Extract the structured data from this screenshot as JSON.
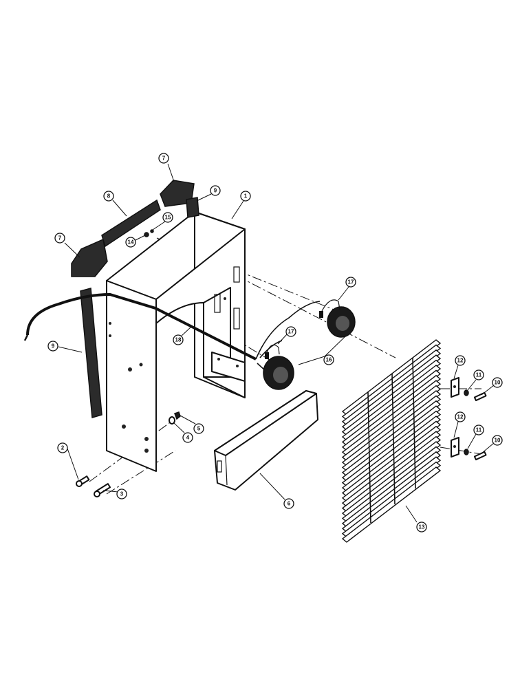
{
  "callouts": {
    "c1": "1",
    "c2": "2",
    "c3": "3",
    "c4": "4",
    "c5": "5",
    "c6": "6",
    "c7a": "7",
    "c7b": "7",
    "c8": "8",
    "c9a": "9",
    "c9b": "9",
    "c10a": "10",
    "c10b": "10",
    "c11a": "11",
    "c11b": "11",
    "c12a": "12",
    "c12b": "12",
    "c13": "13",
    "c14": "14",
    "c15": "15",
    "c16": "16",
    "c17a": "17",
    "c17b": "17",
    "c18": "18"
  }
}
